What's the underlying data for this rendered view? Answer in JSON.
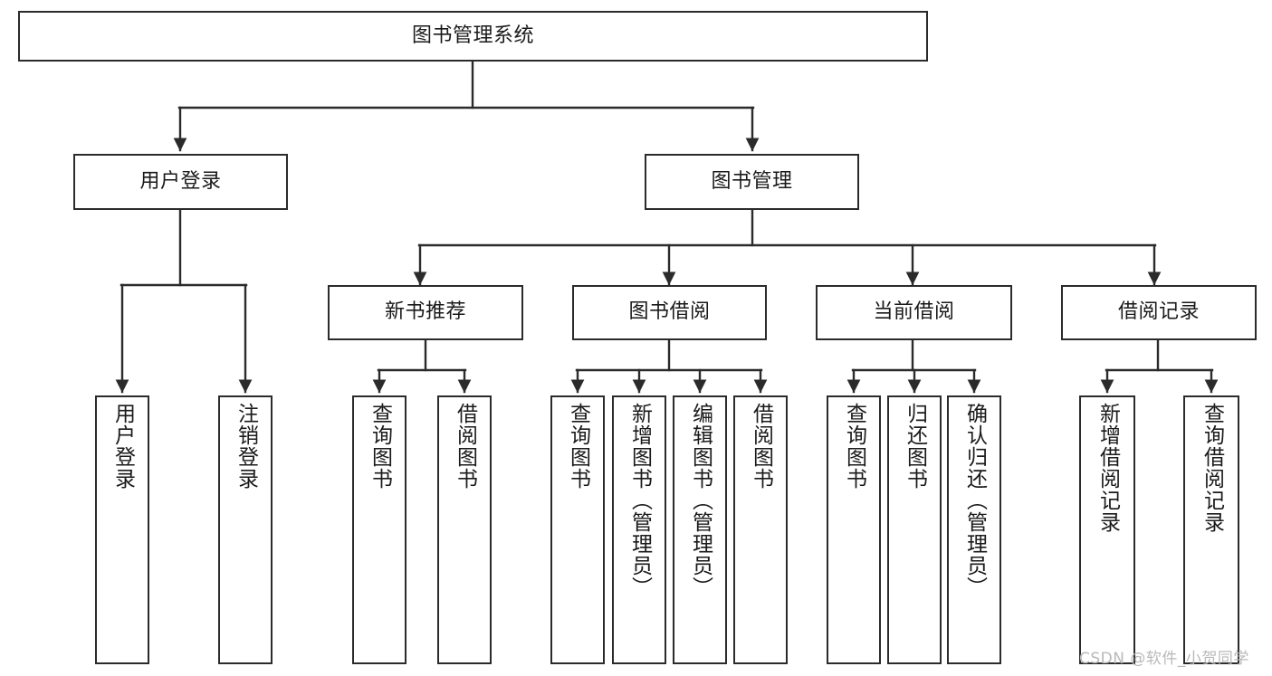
{
  "diagram": {
    "title": "图书管理系统",
    "type": "功能结构图",
    "style": {
      "box_border_color": "#2b2b2b",
      "box_fill_color": "#ffffff",
      "connector_color": "#2b2b2b",
      "background_color": "#ffffff",
      "watermark_color": "#b9b9b9"
    },
    "root": {
      "label": "图书管理系统"
    },
    "level2": [
      {
        "id": "user-login",
        "label": "用户登录"
      },
      {
        "id": "book-manage",
        "label": "图书管理"
      }
    ],
    "level3": [
      {
        "id": "new-book-rec",
        "label": "新书推荐"
      },
      {
        "id": "book-borrow",
        "label": "图书借阅"
      },
      {
        "id": "current-borrow",
        "label": "当前借阅"
      },
      {
        "id": "borrow-record",
        "label": "借阅记录"
      }
    ],
    "leaves": {
      "user_login": [
        {
          "id": "leaf-user-login",
          "label": "用户登录"
        },
        {
          "id": "leaf-logout",
          "label": "注销登录"
        }
      ],
      "new_book_rec": [
        {
          "id": "leaf-query-book-1",
          "label": "查询图书"
        },
        {
          "id": "leaf-borrow-book-1",
          "label": "借阅图书"
        }
      ],
      "book_borrow": [
        {
          "id": "leaf-query-book-2",
          "label": "查询图书"
        },
        {
          "id": "leaf-add-book",
          "label": "新增图书（管理员）"
        },
        {
          "id": "leaf-edit-book",
          "label": "编辑图书（管理员）"
        },
        {
          "id": "leaf-borrow-book-2",
          "label": "借阅图书"
        }
      ],
      "current_borrow": [
        {
          "id": "leaf-query-book-3",
          "label": "查询图书"
        },
        {
          "id": "leaf-return-book",
          "label": "归还图书"
        },
        {
          "id": "leaf-confirm-return",
          "label": "确认归还（管理员）"
        }
      ],
      "borrow_record": [
        {
          "id": "leaf-add-record",
          "label": "新增借阅记录"
        },
        {
          "id": "leaf-query-record",
          "label": "查询借阅记录"
        }
      ]
    }
  },
  "watermark": {
    "text": "CSDN @软件_小贺同学"
  }
}
